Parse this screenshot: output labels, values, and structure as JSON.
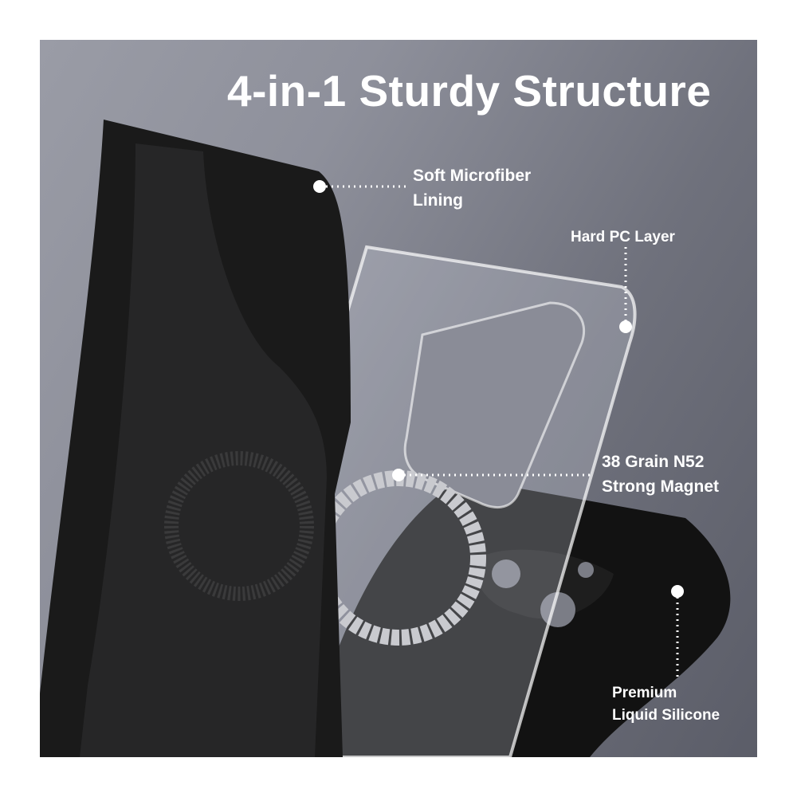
{
  "title": "4-in-1 Sturdy Structure",
  "callouts": [
    {
      "lines": [
        "Soft Microfiber",
        "Lining"
      ]
    },
    {
      "lines": [
        "Hard PC Layer"
      ]
    },
    {
      "lines": [
        "38 Grain N52",
        "Strong Magnet"
      ]
    },
    {
      "lines": [
        "Premium",
        "Liquid Silicone"
      ]
    }
  ],
  "colors": {
    "background": "#8e909b",
    "text": "#ffffff",
    "case": "#111111"
  }
}
